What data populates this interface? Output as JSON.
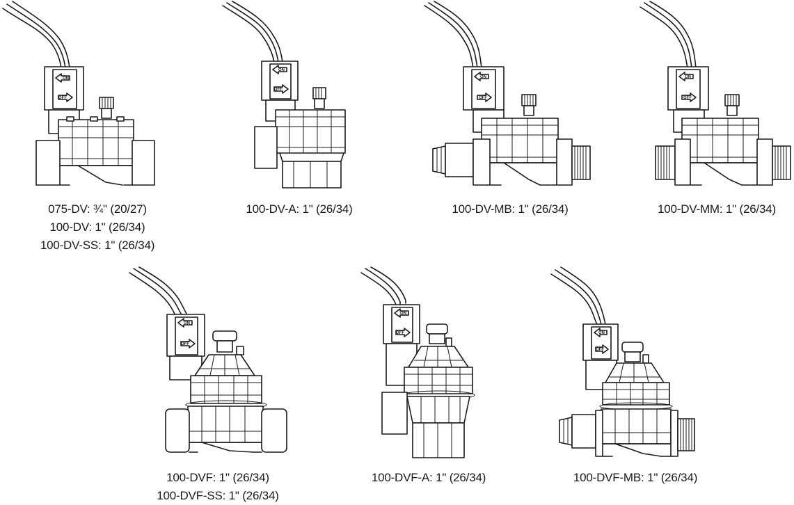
{
  "labels": {
    "on": "ON",
    "off": "OFF"
  },
  "captions": {
    "c075": [
      "075-DV: ¾\" (20/27)",
      "100-DV: 1\" (26/34)",
      "100-DV-SS: 1\" (26/34)"
    ],
    "c100a": [
      "100-DV-A: 1\" (26/34)"
    ],
    "c100mb": [
      "100-DV-MB: 1\" (26/34)"
    ],
    "c100mm": [
      "100-DV-MM: 1\" (26/34)"
    ],
    "c100dvf": [
      "100-DVF: 1\" (26/34)",
      "100-DVF-SS: 1\" (26/34)"
    ],
    "c100dvfa": [
      "100-DVF-A: 1\" (26/34)"
    ],
    "c100dvfmb": [
      "100-DVF-MB: 1\" (26/34)"
    ]
  }
}
